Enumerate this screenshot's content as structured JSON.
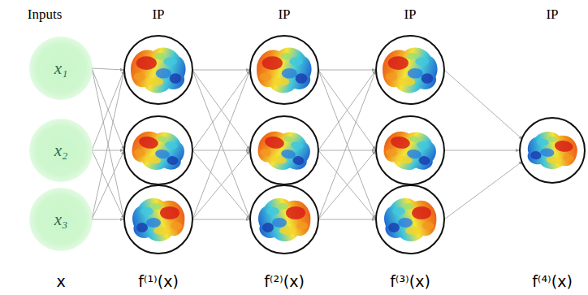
{
  "diagram": {
    "nodes": [
      {
        "text": [
          "x₁"
        ]
      },
      {
        "text": [
          "x₂"
        ]
      },
      {
        "text": [
          "x₃"
        ]
      }
    ],
    "labels": [
      "Inputs",
      "IP",
      "IP",
      "IP",
      "IP",
      "x",
      "f⁽¹⁾(x)",
      "f⁽²⁾(x)",
      "f⁽³⁾(x)",
      "f⁽⁴⁾(x)"
    ]
  }
}
